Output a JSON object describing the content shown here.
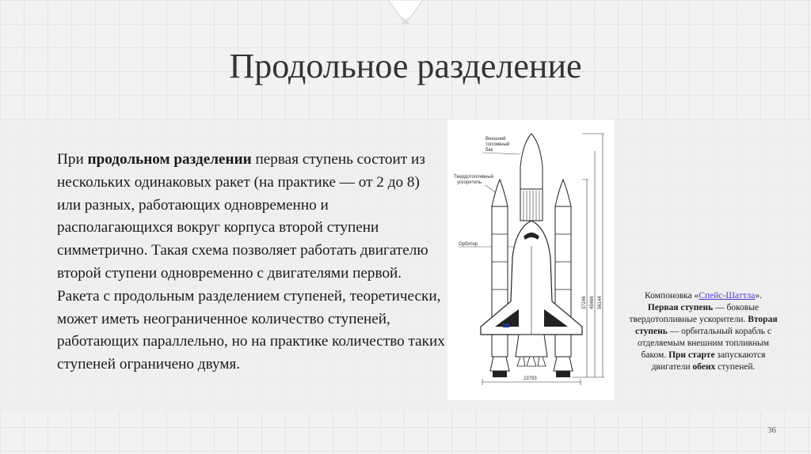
{
  "slide": {
    "title": "Продольное разделение",
    "page_number": "36"
  },
  "body": {
    "p1_lead": "При ",
    "p1_bold": "продольном разделении",
    "p1_rest": " первая ступень состоит из нескольких одинаковых ракет (на практике — от 2 до 8) или разных, работающих одновременно и располагающихся вокруг корпуса второй ступени симметрично. Такая схема позволяет работать двигателю второй ступени одновременно с двигателями первой. Ракета с продольным разделением ступеней, теоретически, может иметь неограниченное количество ступеней, работающих параллельно, но на практике количество таких ступеней ограничено двумя."
  },
  "figure": {
    "label_tank_1": "Внешний",
    "label_tank_2": "топливный",
    "label_tank_3": "бак",
    "label_booster_1": "Твердотопливный",
    "label_booster_2": "ускоритель",
    "label_orbiter": "Орбитер",
    "orbiter_marking": "USA",
    "dim_width": "23793",
    "dim_h1": "37246",
    "dim_h2": "45466",
    "dim_h3": "56144"
  },
  "caption": {
    "prefix": "Компоновка «",
    "link": "Спейс-Шаттла",
    "suffix": "».",
    "stage1_bold": "Первая ступень",
    "stage1_text": " — боковые твердотопливные ускорители.",
    "stage2_bold": "Вторая ступень",
    "stage2_text": " — орбитальный корабль с отделяемым внешним топливным баком.",
    "start_bold": "При старте",
    "start_text": " запускаются двигатели ",
    "both_bold": "обеих",
    "end_text": " ступеней."
  },
  "colors": {
    "link": "#4a3bd6",
    "title": "#333333"
  }
}
